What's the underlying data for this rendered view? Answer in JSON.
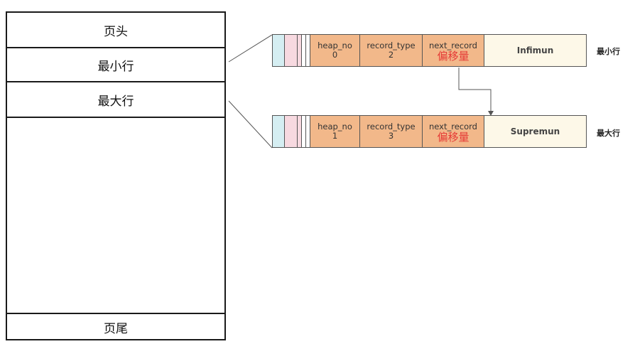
{
  "page": {
    "header": "页头",
    "infimum_row": "最小行",
    "supremum_row": "最大行",
    "trailer": "页尾"
  },
  "records": [
    {
      "heap_no_label": "heap_no",
      "heap_no_value": "0",
      "record_type_label": "record_type",
      "record_type_value": "2",
      "next_record_label": "next_record",
      "next_record_value": "偏移量",
      "name": "Infimun",
      "side_label": "最小行"
    },
    {
      "heap_no_label": "heap_no",
      "heap_no_value": "1",
      "record_type_label": "record_type",
      "record_type_value": "3",
      "next_record_label": "next_record",
      "next_record_value": "偏移量",
      "name": "Supremun",
      "side_label": "最大行"
    }
  ],
  "colors": {
    "header_fill_cyan": "#d5eef2",
    "header_fill_pink": "#f7d9e0",
    "field_fill": "#f2b88a",
    "name_fill": "#fdf8e8",
    "offset_text": "#e53935"
  }
}
